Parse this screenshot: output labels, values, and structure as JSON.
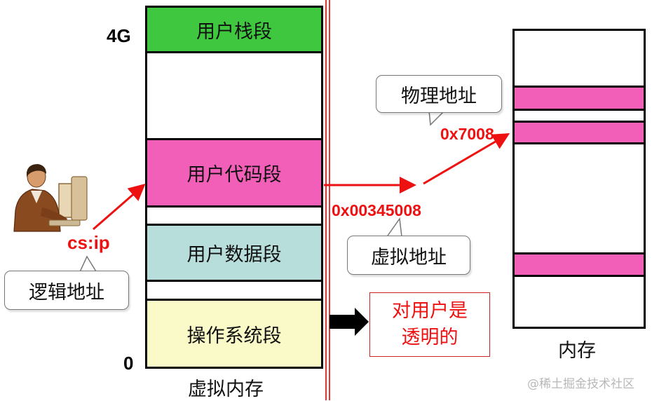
{
  "virtual_memory": {
    "top_label": "4G",
    "bottom_label": "0",
    "caption": "虚拟内存",
    "segments": {
      "stack": "用户栈段",
      "code": "用户代码段",
      "data": "用户数据段",
      "os": "操作系统段"
    }
  },
  "physical_memory": {
    "caption": "内存"
  },
  "logical_address": {
    "label": "逻辑地址",
    "value": "cs:ip"
  },
  "virtual_address": {
    "label": "虚拟地址",
    "value": "0x00345008"
  },
  "physical_address": {
    "label": "物理地址",
    "value": "0x7008"
  },
  "transparency_note": {
    "line1": "对用户是",
    "line2": "透明的"
  },
  "watermark": "@稀土掘金技术社区",
  "colors": {
    "stack_segment": "#3fc83f",
    "code_segment": "#f25fb8",
    "data_segment": "#b8dedc",
    "os_segment": "#fafac8",
    "memory_block": "#f25fb8",
    "address_red": "#ee1111",
    "divider_red": "#d83a3a"
  },
  "icons": [
    "user-at-computer-icon",
    "right-arrow-icon"
  ]
}
